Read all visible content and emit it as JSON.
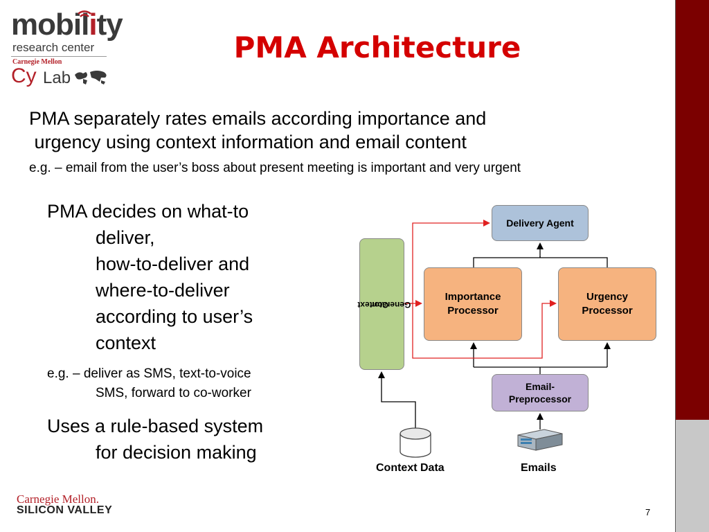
{
  "logo": {
    "mobility_pre": "mobil",
    "mobility_i": "i",
    "mobility_post": "ty",
    "research_center": "research center",
    "carnegie_small": "Carnegie Mellon",
    "cy": "Cy",
    "lab": "Lab"
  },
  "title": "PMA Architecture",
  "intro": {
    "line1": "PMA separately rates emails according importance and",
    "line2": " urgency using context information and email content",
    "example": "e.g. – email from the user’s boss about present meeting is important and very urgent"
  },
  "left": {
    "p1_first": "PMA decides on what-to",
    "p1_lines": [
      "deliver,",
      "how-to-deliver and",
      "where-to-deliver",
      "according to user’s",
      "context"
    ],
    "eg_first": "e.g. – deliver as SMS, text-to-voice",
    "eg_second": "SMS, forward to co-worker",
    "p2_first": "Uses a rule-based system",
    "p2_second": "for decision making"
  },
  "diagram": {
    "delivery_agent": "Delivery Agent",
    "context_generator_1": "Context",
    "context_generator_2": "Generator",
    "importance_1": "Importance",
    "importance_2": "Processor",
    "urgency_1": "Urgency",
    "urgency_2": "Processor",
    "preproc_1": "Email-",
    "preproc_2": "Preprocessor",
    "context_data": "Context Data",
    "emails": "Emails"
  },
  "footer": {
    "carnegie": "Carnegie Mellon.",
    "silicon_valley": "SILICON VALLEY",
    "page": "7"
  },
  "colors": {
    "title": "#d40000",
    "bar_dark": "#7b0000",
    "bar_light": "#c8c8c8",
    "red_arrow": "#e02020"
  }
}
